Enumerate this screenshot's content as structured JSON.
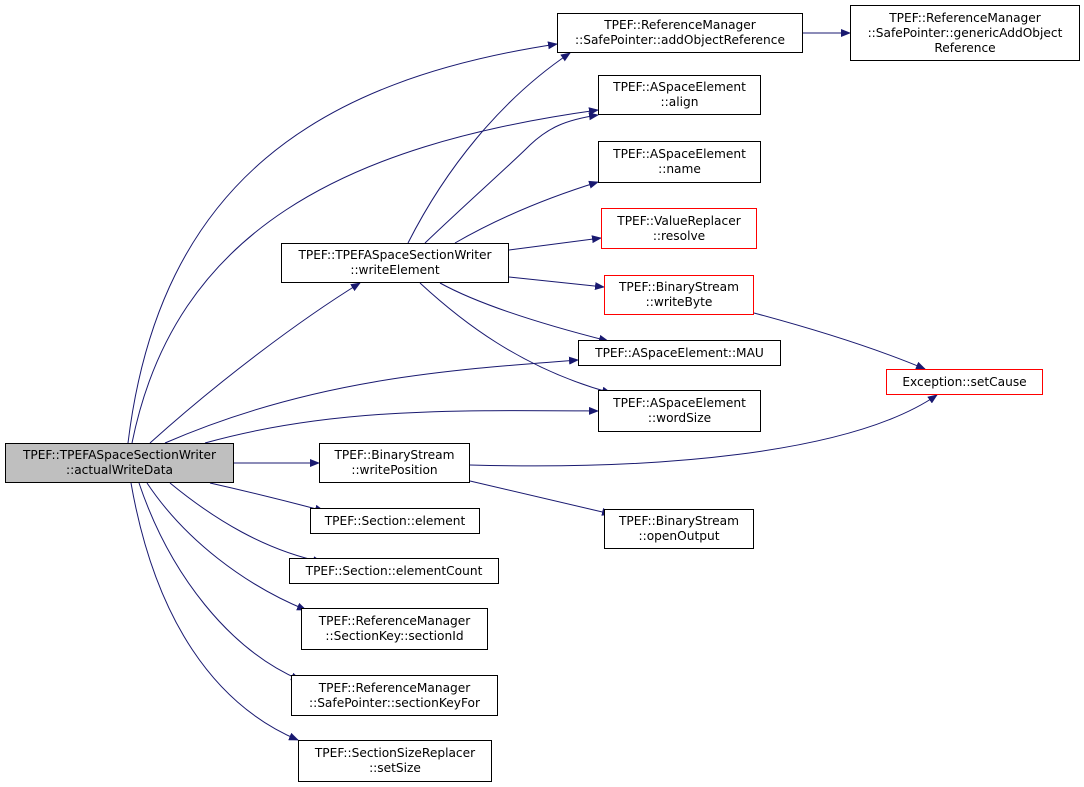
{
  "colors": {
    "edge": "#191970",
    "border": "#000000",
    "incomplete": "#ff0000",
    "root_fill": "#bfbfbf"
  },
  "nodes": [
    {
      "id": "actualWriteData",
      "lines": [
        "TPEF::TPEFASpaceSectionWriter",
        "::actualWriteData"
      ],
      "kind": "root"
    },
    {
      "id": "addObjectReference",
      "lines": [
        "TPEF::ReferenceManager",
        "::SafePointer::addObjectReference"
      ],
      "kind": "normal"
    },
    {
      "id": "genericAddObjectReference",
      "lines": [
        "TPEF::ReferenceManager",
        "::SafePointer::genericAddObject",
        "Reference"
      ],
      "kind": "normal"
    },
    {
      "id": "align",
      "lines": [
        "TPEF::ASpaceElement",
        "::align"
      ],
      "kind": "normal"
    },
    {
      "id": "name",
      "lines": [
        "TPEF::ASpaceElement",
        "::name"
      ],
      "kind": "normal"
    },
    {
      "id": "resolve",
      "lines": [
        "TPEF::ValueReplacer",
        "::resolve"
      ],
      "kind": "incomplete"
    },
    {
      "id": "writeElement",
      "lines": [
        "TPEF::TPEFASpaceSectionWriter",
        "::writeElement"
      ],
      "kind": "normal"
    },
    {
      "id": "writeByte",
      "lines": [
        "TPEF::BinaryStream",
        "::writeByte"
      ],
      "kind": "incomplete"
    },
    {
      "id": "MAU",
      "lines": [
        "TPEF::ASpaceElement::MAU"
      ],
      "kind": "normal"
    },
    {
      "id": "setCause",
      "lines": [
        "Exception::setCause"
      ],
      "kind": "incomplete"
    },
    {
      "id": "wordSize",
      "lines": [
        "TPEF::ASpaceElement",
        "::wordSize"
      ],
      "kind": "normal"
    },
    {
      "id": "writePosition",
      "lines": [
        "TPEF::BinaryStream",
        "::writePosition"
      ],
      "kind": "normal"
    },
    {
      "id": "element",
      "lines": [
        "TPEF::Section::element"
      ],
      "kind": "normal"
    },
    {
      "id": "openOutput",
      "lines": [
        "TPEF::BinaryStream",
        "::openOutput"
      ],
      "kind": "normal"
    },
    {
      "id": "elementCount",
      "lines": [
        "TPEF::Section::elementCount"
      ],
      "kind": "normal"
    },
    {
      "id": "sectionId",
      "lines": [
        "TPEF::ReferenceManager",
        "::SectionKey::sectionId"
      ],
      "kind": "normal"
    },
    {
      "id": "sectionKeyFor",
      "lines": [
        "TPEF::ReferenceManager",
        "::SafePointer::sectionKeyFor"
      ],
      "kind": "normal"
    },
    {
      "id": "setSize",
      "lines": [
        "TPEF::SectionSizeReplacer",
        "::setSize"
      ],
      "kind": "normal"
    }
  ],
  "edges": [
    {
      "from": "actualWriteData",
      "to": "addObjectReference"
    },
    {
      "from": "actualWriteData",
      "to": "align"
    },
    {
      "from": "actualWriteData",
      "to": "writeElement"
    },
    {
      "from": "actualWriteData",
      "to": "MAU"
    },
    {
      "from": "actualWriteData",
      "to": "wordSize"
    },
    {
      "from": "actualWriteData",
      "to": "writePosition"
    },
    {
      "from": "actualWriteData",
      "to": "element"
    },
    {
      "from": "actualWriteData",
      "to": "elementCount"
    },
    {
      "from": "actualWriteData",
      "to": "sectionId"
    },
    {
      "from": "actualWriteData",
      "to": "sectionKeyFor"
    },
    {
      "from": "actualWriteData",
      "to": "setSize"
    },
    {
      "from": "addObjectReference",
      "to": "genericAddObjectReference"
    },
    {
      "from": "writeElement",
      "to": "addObjectReference"
    },
    {
      "from": "writeElement",
      "to": "align"
    },
    {
      "from": "writeElement",
      "to": "name"
    },
    {
      "from": "writeElement",
      "to": "resolve"
    },
    {
      "from": "writeElement",
      "to": "writeByte"
    },
    {
      "from": "writeElement",
      "to": "MAU"
    },
    {
      "from": "writeElement",
      "to": "wordSize"
    },
    {
      "from": "writeByte",
      "to": "setCause"
    },
    {
      "from": "writePosition",
      "to": "setCause"
    },
    {
      "from": "writePosition",
      "to": "openOutput"
    }
  ]
}
